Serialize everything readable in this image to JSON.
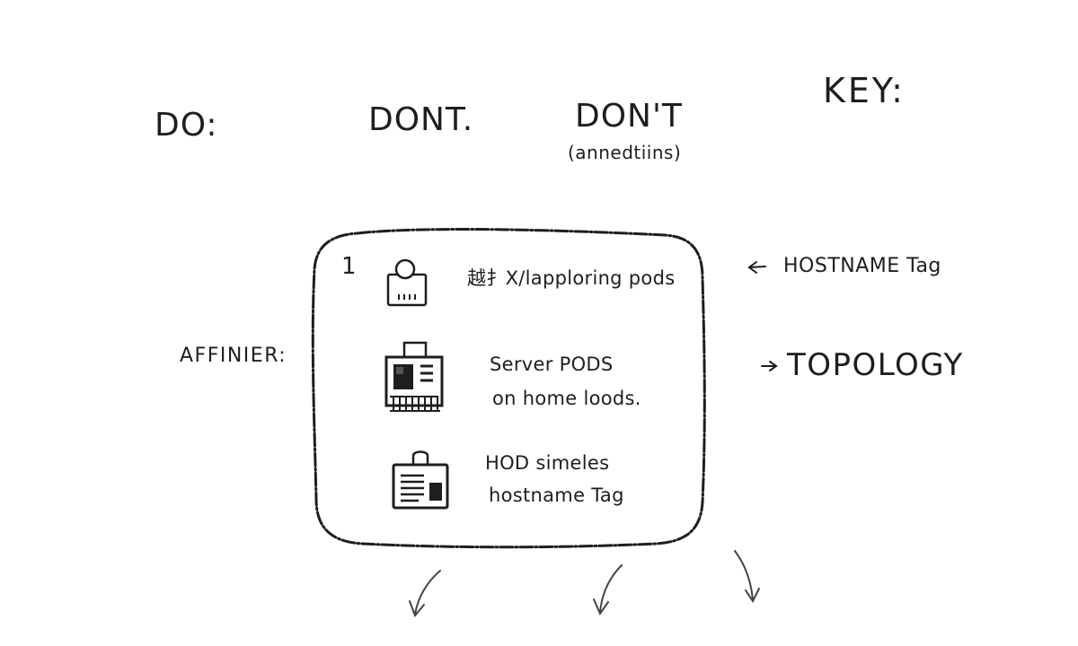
{
  "headers": {
    "do": "DO:",
    "dont_1": "DONT.",
    "dont_2": "DON'T",
    "dont_2_note": "(annedtiins)",
    "key": "KEY:"
  },
  "side_label": "AFFINIER:",
  "box": {
    "number": "1",
    "rows": [
      {
        "icon": "pod-badge-icon",
        "line1": "越扌X/lapploring pods",
        "line2": ""
      },
      {
        "icon": "server-rack-icon",
        "line1": "Server PODS",
        "line2": "on home loods."
      },
      {
        "icon": "id-card-icon",
        "line1": "HOD simeles",
        "line2": "hostname Tag"
      }
    ]
  },
  "key_items": [
    {
      "arrow": "←",
      "label": "HOSTNAME Tag"
    },
    {
      "arrow": "→",
      "label": "TOPOLOGY"
    }
  ],
  "colors": {
    "ink": "#1e1e1e",
    "background": "#ffffff"
  }
}
